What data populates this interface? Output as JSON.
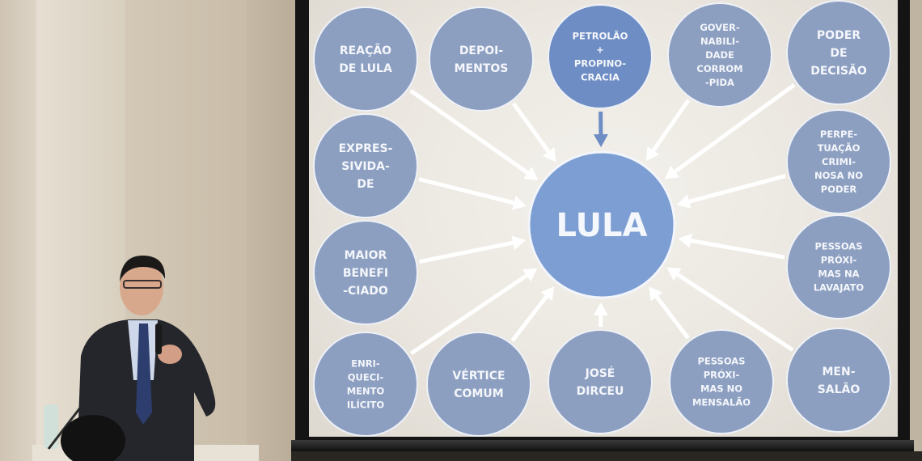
{
  "center_label": "LULA",
  "nodes": [
    {
      "id": "reacao-de-lula",
      "lines": [
        "REAÇÃO",
        "DE LULA"
      ]
    },
    {
      "id": "depoimentos",
      "lines": [
        "DEPOI-",
        "MENTOS"
      ]
    },
    {
      "id": "petrolao-propinocracia",
      "lines": [
        "PETROLÃO",
        "+",
        "PROPINO-",
        "CRACIA"
      ],
      "highlight": true
    },
    {
      "id": "governabilidade-corrompida",
      "lines": [
        "GOVER-",
        "NABILI-",
        "DADE",
        "CORROM",
        "-PIDA"
      ]
    },
    {
      "id": "poder-de-decisao",
      "lines": [
        "PODER",
        "DE",
        "DECISÃO"
      ]
    },
    {
      "id": "expressividade",
      "lines": [
        "EXPRES-",
        "SIVIDA-",
        "DE"
      ]
    },
    {
      "id": "perpetuacao-criminosa",
      "lines": [
        "PERPE-",
        "TUAÇÃO",
        "CRIMI-",
        "NOSA NO",
        "PODER"
      ]
    },
    {
      "id": "maior-beneficiado",
      "lines": [
        "MAIOR",
        "BENEFI",
        "-CIADO"
      ]
    },
    {
      "id": "pessoas-proximas-lavajato",
      "lines": [
        "PESSOAS",
        "PRÓXI-",
        "MAS NA",
        "LAVAJATO"
      ]
    },
    {
      "id": "enriquecimento-ilicito",
      "lines": [
        "ENRI-",
        "QUECI-",
        "MENTO",
        "ILÍCITO"
      ]
    },
    {
      "id": "vertice-comum",
      "lines": [
        "VÉRTICE",
        "COMUM"
      ]
    },
    {
      "id": "jose-dirceu",
      "lines": [
        "JOSÉ",
        "DIRCEU"
      ]
    },
    {
      "id": "pessoas-proximas-mensalao",
      "lines": [
        "PESSOAS",
        "PRÓXI-",
        "MAS NO",
        "MENSALÃO"
      ]
    },
    {
      "id": "mensalao",
      "lines": [
        "MEN-",
        "SALÃO"
      ]
    }
  ],
  "colors": {
    "circle_fill": "#8c9fc0",
    "circle_highlight": "#6e8dc4",
    "center_fill": "#7d9ed2",
    "arrow": "#ffffff",
    "screen": "#efece6",
    "frame": "#141414"
  }
}
